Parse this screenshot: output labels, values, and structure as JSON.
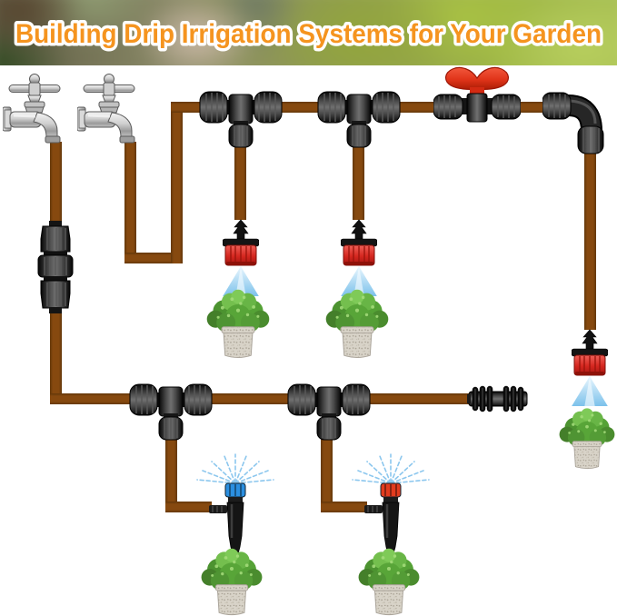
{
  "banner": {
    "title": "Building Drip Irrigation Systems for Your Garden",
    "title_color": "#f5941f"
  },
  "diagram": {
    "colors": {
      "pipe_brown": "#86490f",
      "fitting_black": "#1a1a1a",
      "valve_handle_red": "#e03419",
      "dripper_red": "#d5271f",
      "spray_blue": "#8cc7ee",
      "stake_cap_blue": "#2b8fe0",
      "stake_cap_red": "#e23b1e",
      "plant_green": "#5ea73d",
      "pot_speckled_gray": "#d8d3c8",
      "faucet_chrome": "#c9c9c9"
    },
    "icons": [
      "garden-faucet-icon",
      "straight-coupler-icon",
      "tee-connector-icon",
      "shutoff-valve-icon",
      "elbow-connector-icon",
      "adjustable-dripper-icon",
      "spray-cone-icon",
      "spray-stake-icon",
      "barbed-end-coupler-icon",
      "potted-plant-icon",
      "drip-tubing-line"
    ],
    "counts": {
      "faucets": 2,
      "tee_connectors": 4,
      "drippers": 3,
      "spray_stakes": 2,
      "potted_plants": 5
    }
  }
}
